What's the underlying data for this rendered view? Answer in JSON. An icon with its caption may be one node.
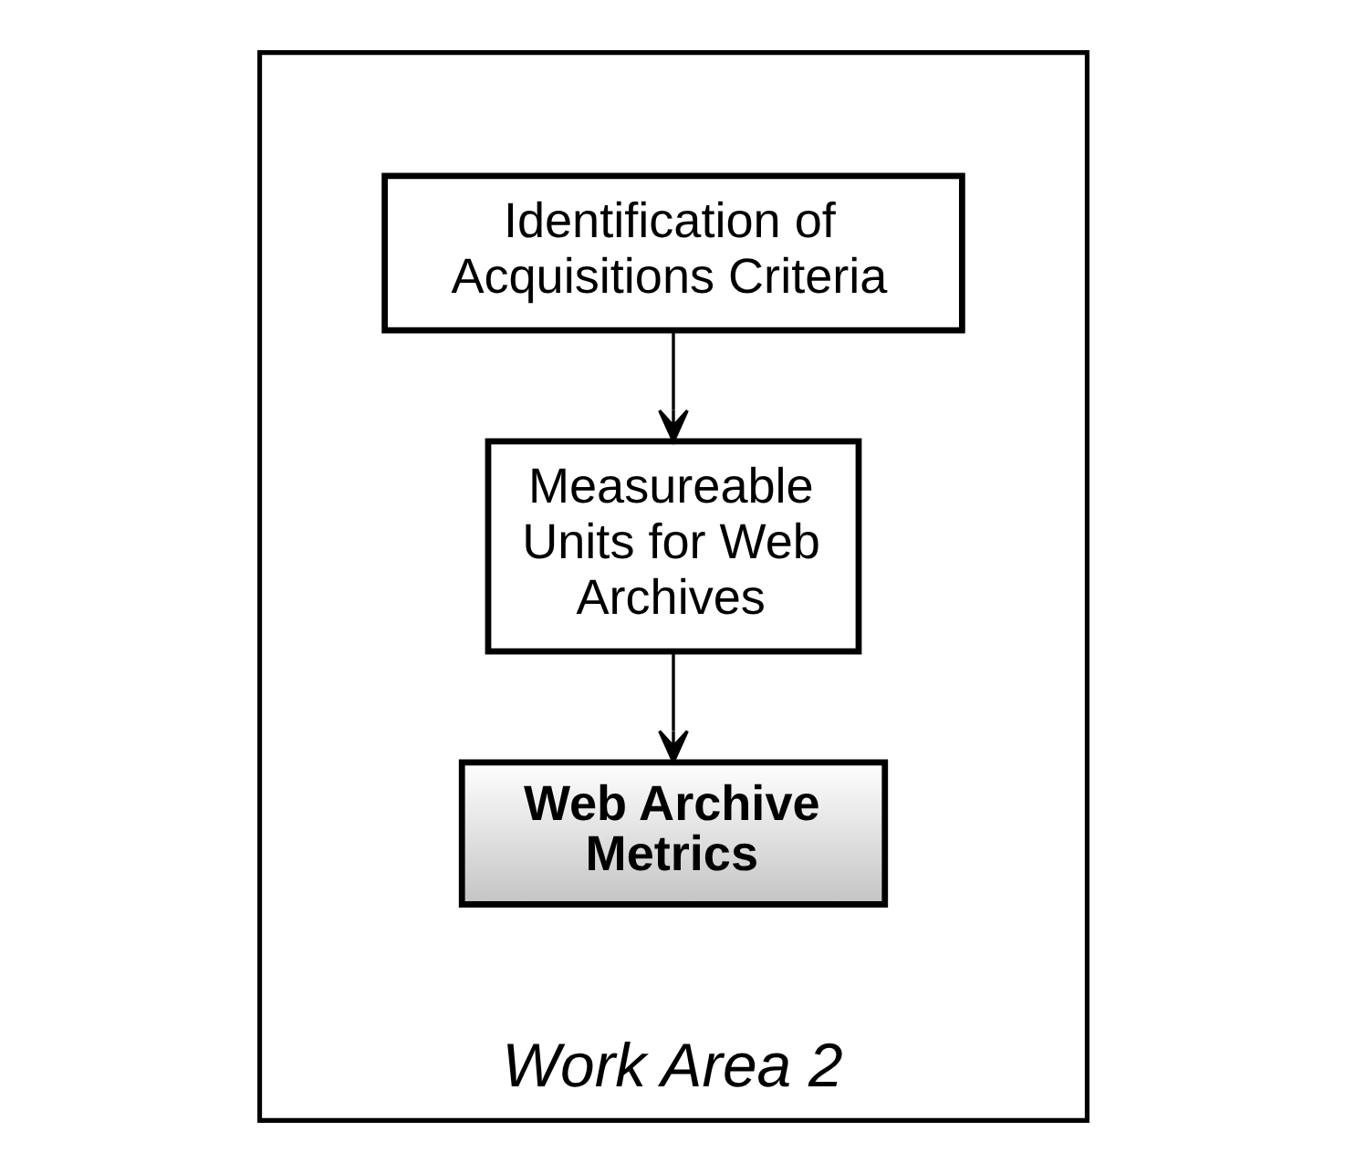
{
  "diagram": {
    "nodes": [
      {
        "text": [
          "Work Area 2"
        ]
      },
      {
        "text": [
          "Identification of Acquisitions Criteria"
        ],
        "in": 0
      },
      {
        "text": [
          "Measureable Units for Web Archives"
        ],
        "in": 0
      },
      {
        "text": [
          "Web Archive Metrics"
        ],
        "in": 0
      }
    ],
    "edges": [
      {
        "from": 1,
        "to": 2,
        "arrow": "to"
      },
      {
        "from": 2,
        "to": 3,
        "arrow": "to"
      }
    ]
  }
}
